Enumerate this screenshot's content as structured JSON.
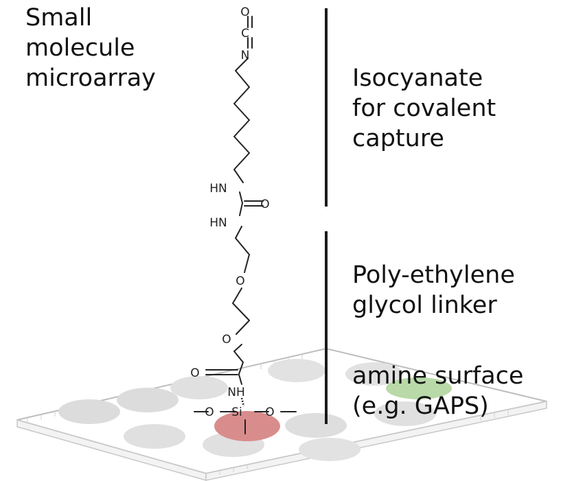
{
  "title": {
    "lines": [
      "Small",
      "molecule",
      "microarray"
    ]
  },
  "labels": {
    "isocyanate": [
      "Isocyanate",
      "for covalent",
      "capture"
    ],
    "peg": [
      "Poly-ethylene",
      "glycol linker"
    ],
    "amine": [
      "amine surface",
      "(e.g. GAPS)"
    ]
  },
  "atoms": {
    "O": "O",
    "C": "C",
    "N": "N",
    "HN": "HN",
    "NH": "NH",
    "Si": "Si"
  },
  "colors": {
    "spot_grey": "#dcdcdc",
    "spot_red": "#d98c8c",
    "spot_green": "#b9d9a8",
    "line": "#1a1a1a",
    "slide_outline": "#bdbdbd"
  }
}
